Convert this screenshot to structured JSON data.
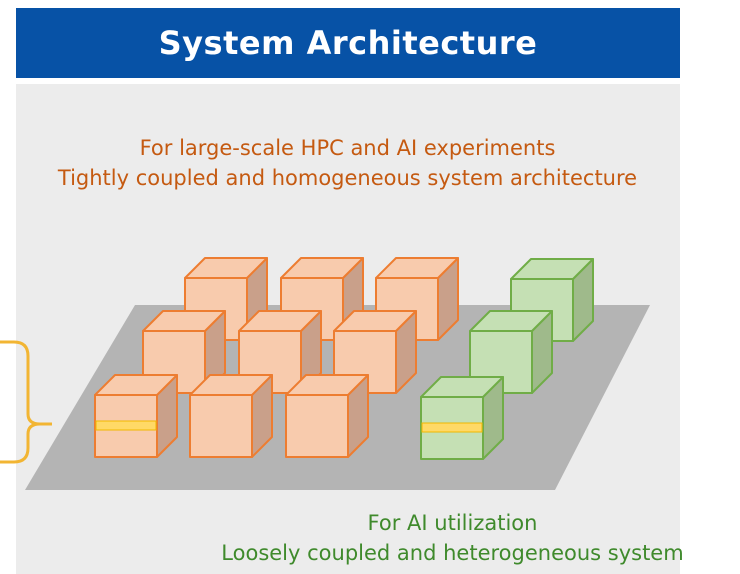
{
  "header": {
    "title": "System Architecture"
  },
  "top_caption": {
    "line1": "For large-scale HPC and AI experiments",
    "line2": "Tightly coupled and homogeneous system architecture"
  },
  "bottom_caption": {
    "line1": "For AI utilization",
    "line2": "Loosely coupled and heterogeneous system"
  },
  "colors": {
    "header_bg": "#0752a6",
    "panel_bg": "#ececec",
    "platform": "#b4b4b4",
    "hpc_cube_face": "#f8cbad",
    "hpc_cube_side": "#c9a08a",
    "hpc_cube_stroke": "#ed7d31",
    "ai_cube_face": "#c5e0b4",
    "ai_cube_side": "#9fba8b",
    "ai_cube_stroke": "#70ad47",
    "interconnect_band": "#ffd966",
    "brace": "#f2b533",
    "top_caption_text": "#c55a11",
    "bottom_caption_text": "#3f8a2c"
  },
  "diagram": {
    "hpc_node_count": 9,
    "ai_node_count": 3
  }
}
